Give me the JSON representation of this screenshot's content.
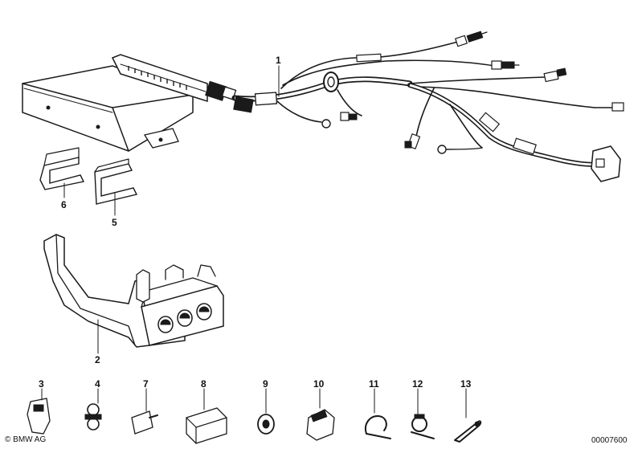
{
  "callouts": {
    "p1": "1",
    "p2": "2",
    "p3": "3",
    "p4": "4",
    "p5": "5",
    "p6": "6",
    "p7": "7",
    "p8": "8",
    "p9": "9",
    "p10": "10",
    "p11": "11",
    "p12": "12",
    "p13": "13"
  },
  "copyright": "© BMW AG",
  "diagram_number": "00007600"
}
